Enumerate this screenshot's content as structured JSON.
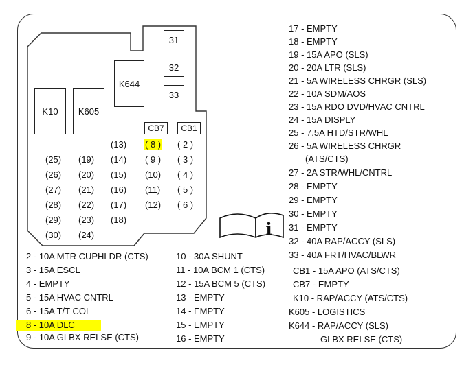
{
  "colors": {
    "highlight": "#ffff00",
    "line": "#333333"
  },
  "relays": {
    "k10": "K10",
    "k605": "K605",
    "k644": "K644",
    "r31": "31",
    "r32": "32",
    "r33": "33",
    "cb7": "CB7",
    "cb1": "CB1"
  },
  "fuses": {
    "col1": [
      "(25)",
      "(26)",
      "(27)",
      "(28)",
      "(29)",
      "(30)"
    ],
    "col2": [
      "(19)",
      "(20)",
      "(21)",
      "(22)",
      "(23)",
      "(24)"
    ],
    "col3": [
      "(13)",
      "(14)",
      "(15)",
      "(16)",
      "(17)",
      "(18)"
    ],
    "col4": [
      "( 8 )",
      "( 9 )",
      "(10)",
      "(11)",
      "(12)"
    ],
    "col5": [
      "( 2 )",
      "( 3 )",
      "( 4 )",
      "( 5 )",
      "( 6 )"
    ]
  },
  "info_icon": "info-book-icon",
  "legend_right": [
    "17 - EMPTY",
    "18 - EMPTY",
    "19 - 15A APO (SLS)",
    "20 - 20A LTR (SLS)",
    "21 - 5A WIRELESS CHRGR (SLS)",
    "22 - 10A SDM/AOS",
    "23 - 15A RDO DVD/HVAC CNTRL",
    "24 - 15A DISPLY",
    "25 - 7.5A HTD/STR/WHL",
    "26 - 5A WIRELESS CHRGR",
    "(ATS/CTS)",
    "27 - 2A STR/WHL/CNTRL",
    "28 - EMPTY",
    "29 - EMPTY",
    "30 - EMPTY",
    "31 - EMPTY",
    "32 - 40A RAP/ACCY (SLS)",
    "33 - 40A FRT/HVAC/BLWR"
  ],
  "legend_col1": [
    "2 - 10A MTR CUPHLDR (CTS)",
    "3 - 15A ESCL",
    "4 - EMPTY",
    "5 - 15A HVAC CNTRL",
    "6 - 15A T/T COL",
    "8 - 10A DLC",
    "9 - 10A GLBX RELSE (CTS)"
  ],
  "legend_col2": [
    "10 - 30A SHUNT",
    "11 - 10A BCM 1 (CTS)",
    "12 - 15A BCM 5 (CTS)",
    "13 - EMPTY",
    "14 - EMPTY",
    "15 - EMPTY",
    "16 - EMPTY"
  ],
  "legend_col3": [
    "CB1 - 15A APO (ATS/CTS)",
    "CB7 - EMPTY",
    "K10 - RAP/ACCY (ATS/CTS)",
    "K605 - LOGISTICS",
    "K644 - RAP/ACCY (SLS)",
    "GLBX RELSE (CTS)"
  ]
}
